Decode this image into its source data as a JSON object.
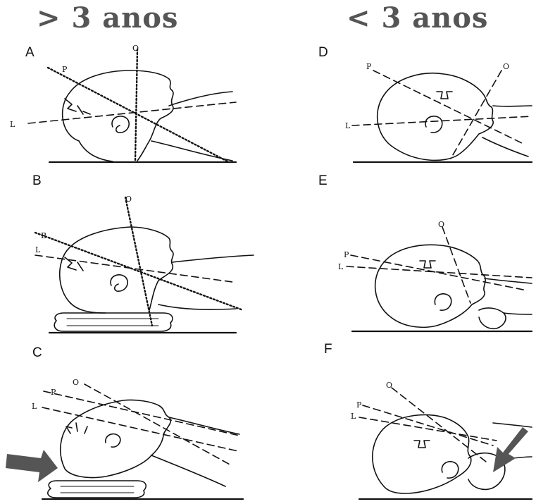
{
  "headings": {
    "left": "> 3 anos",
    "right": "< 3 anos"
  },
  "panels": {
    "A": {
      "label": "A",
      "lines": [
        "P",
        "O",
        "L"
      ]
    },
    "B": {
      "label": "B",
      "lines": [
        "B",
        "L",
        "O"
      ]
    },
    "C": {
      "label": "C",
      "lines": [
        "P",
        "O",
        "L"
      ]
    },
    "D": {
      "label": "D",
      "lines": [
        "P",
        "O",
        "L"
      ]
    },
    "E": {
      "label": "E",
      "lines": [
        "O",
        "P",
        "L"
      ]
    },
    "F": {
      "label": "F",
      "lines": [
        "O",
        "P",
        "L"
      ]
    }
  },
  "colors": {
    "arrow": "#555555",
    "ink": "#111111",
    "heading": "#555555"
  }
}
